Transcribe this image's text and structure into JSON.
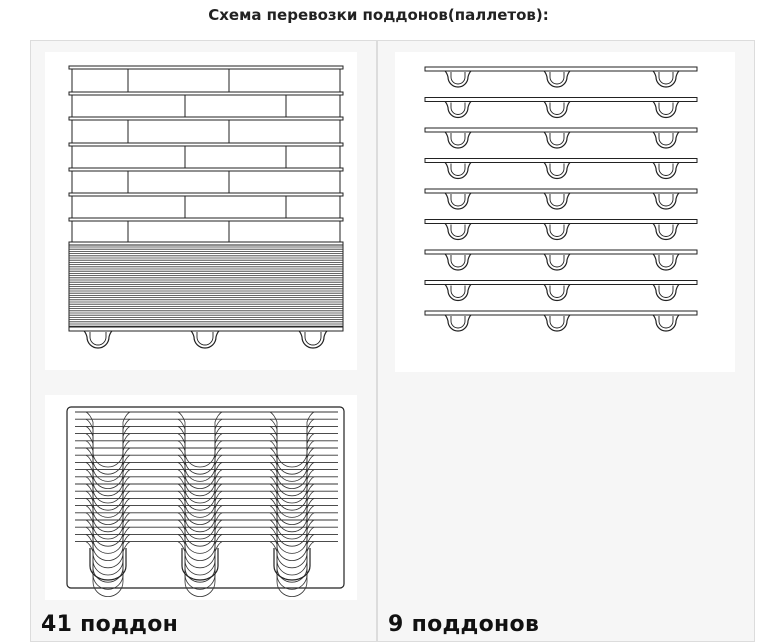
{
  "page": {
    "title": "Схема перевозки поддонов(паллетов):"
  },
  "panels": [
    {
      "caption": "41 поддон"
    },
    {
      "caption": "9 поддонов"
    }
  ]
}
